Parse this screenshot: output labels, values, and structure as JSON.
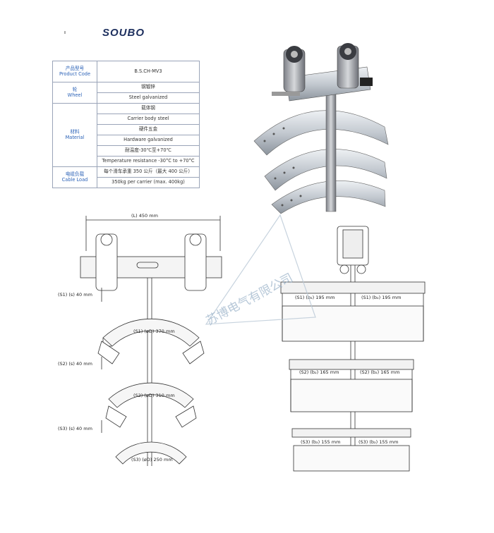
{
  "brand": "SOUBO",
  "spec_table": {
    "rows": [
      {
        "label_cn": "产品型号",
        "label_en": "Product Code",
        "values": [
          "B.S.CH-MV3"
        ]
      },
      {
        "label_cn": "轮",
        "label_en": "Wheel",
        "values": [
          "钢镀锌",
          "Steel galvanized"
        ]
      },
      {
        "label_cn": "材料",
        "label_en": "Material",
        "values": [
          "载体钢",
          "Carrier body steel",
          "硬件五金",
          "Hardware galvanized",
          "耐温度-30℃至+70℃",
          "Temperature resistance -30°C to +70°C"
        ]
      },
      {
        "label_cn": "电缆负载",
        "label_en": "Cable Load",
        "values": [
          "每个滑车承重 350 公斤（最大 400 公斤）",
          "350kg per carrier (max. 400kg)"
        ]
      }
    ]
  },
  "drawing": {
    "length": "(L) 450 mm",
    "s1_s": "(S1) (s) 40 mm",
    "s2_s": "(S2) (s) 40 mm",
    "s3_s": "(S3) (s) 40 mm",
    "s1_d": "(S1) (øD) 370 mm",
    "s2_d": "(S2) (øD) 310 mm",
    "s3_d": "(S3) (øD) 250 mm",
    "s1_b": "(S1) (b₂) 195 mm",
    "s2_b": "(S2) (b₂) 165 mm",
    "s3_b": "(S3) (b₂) 155 mm"
  },
  "watermark": "苏博电气有限公司"
}
